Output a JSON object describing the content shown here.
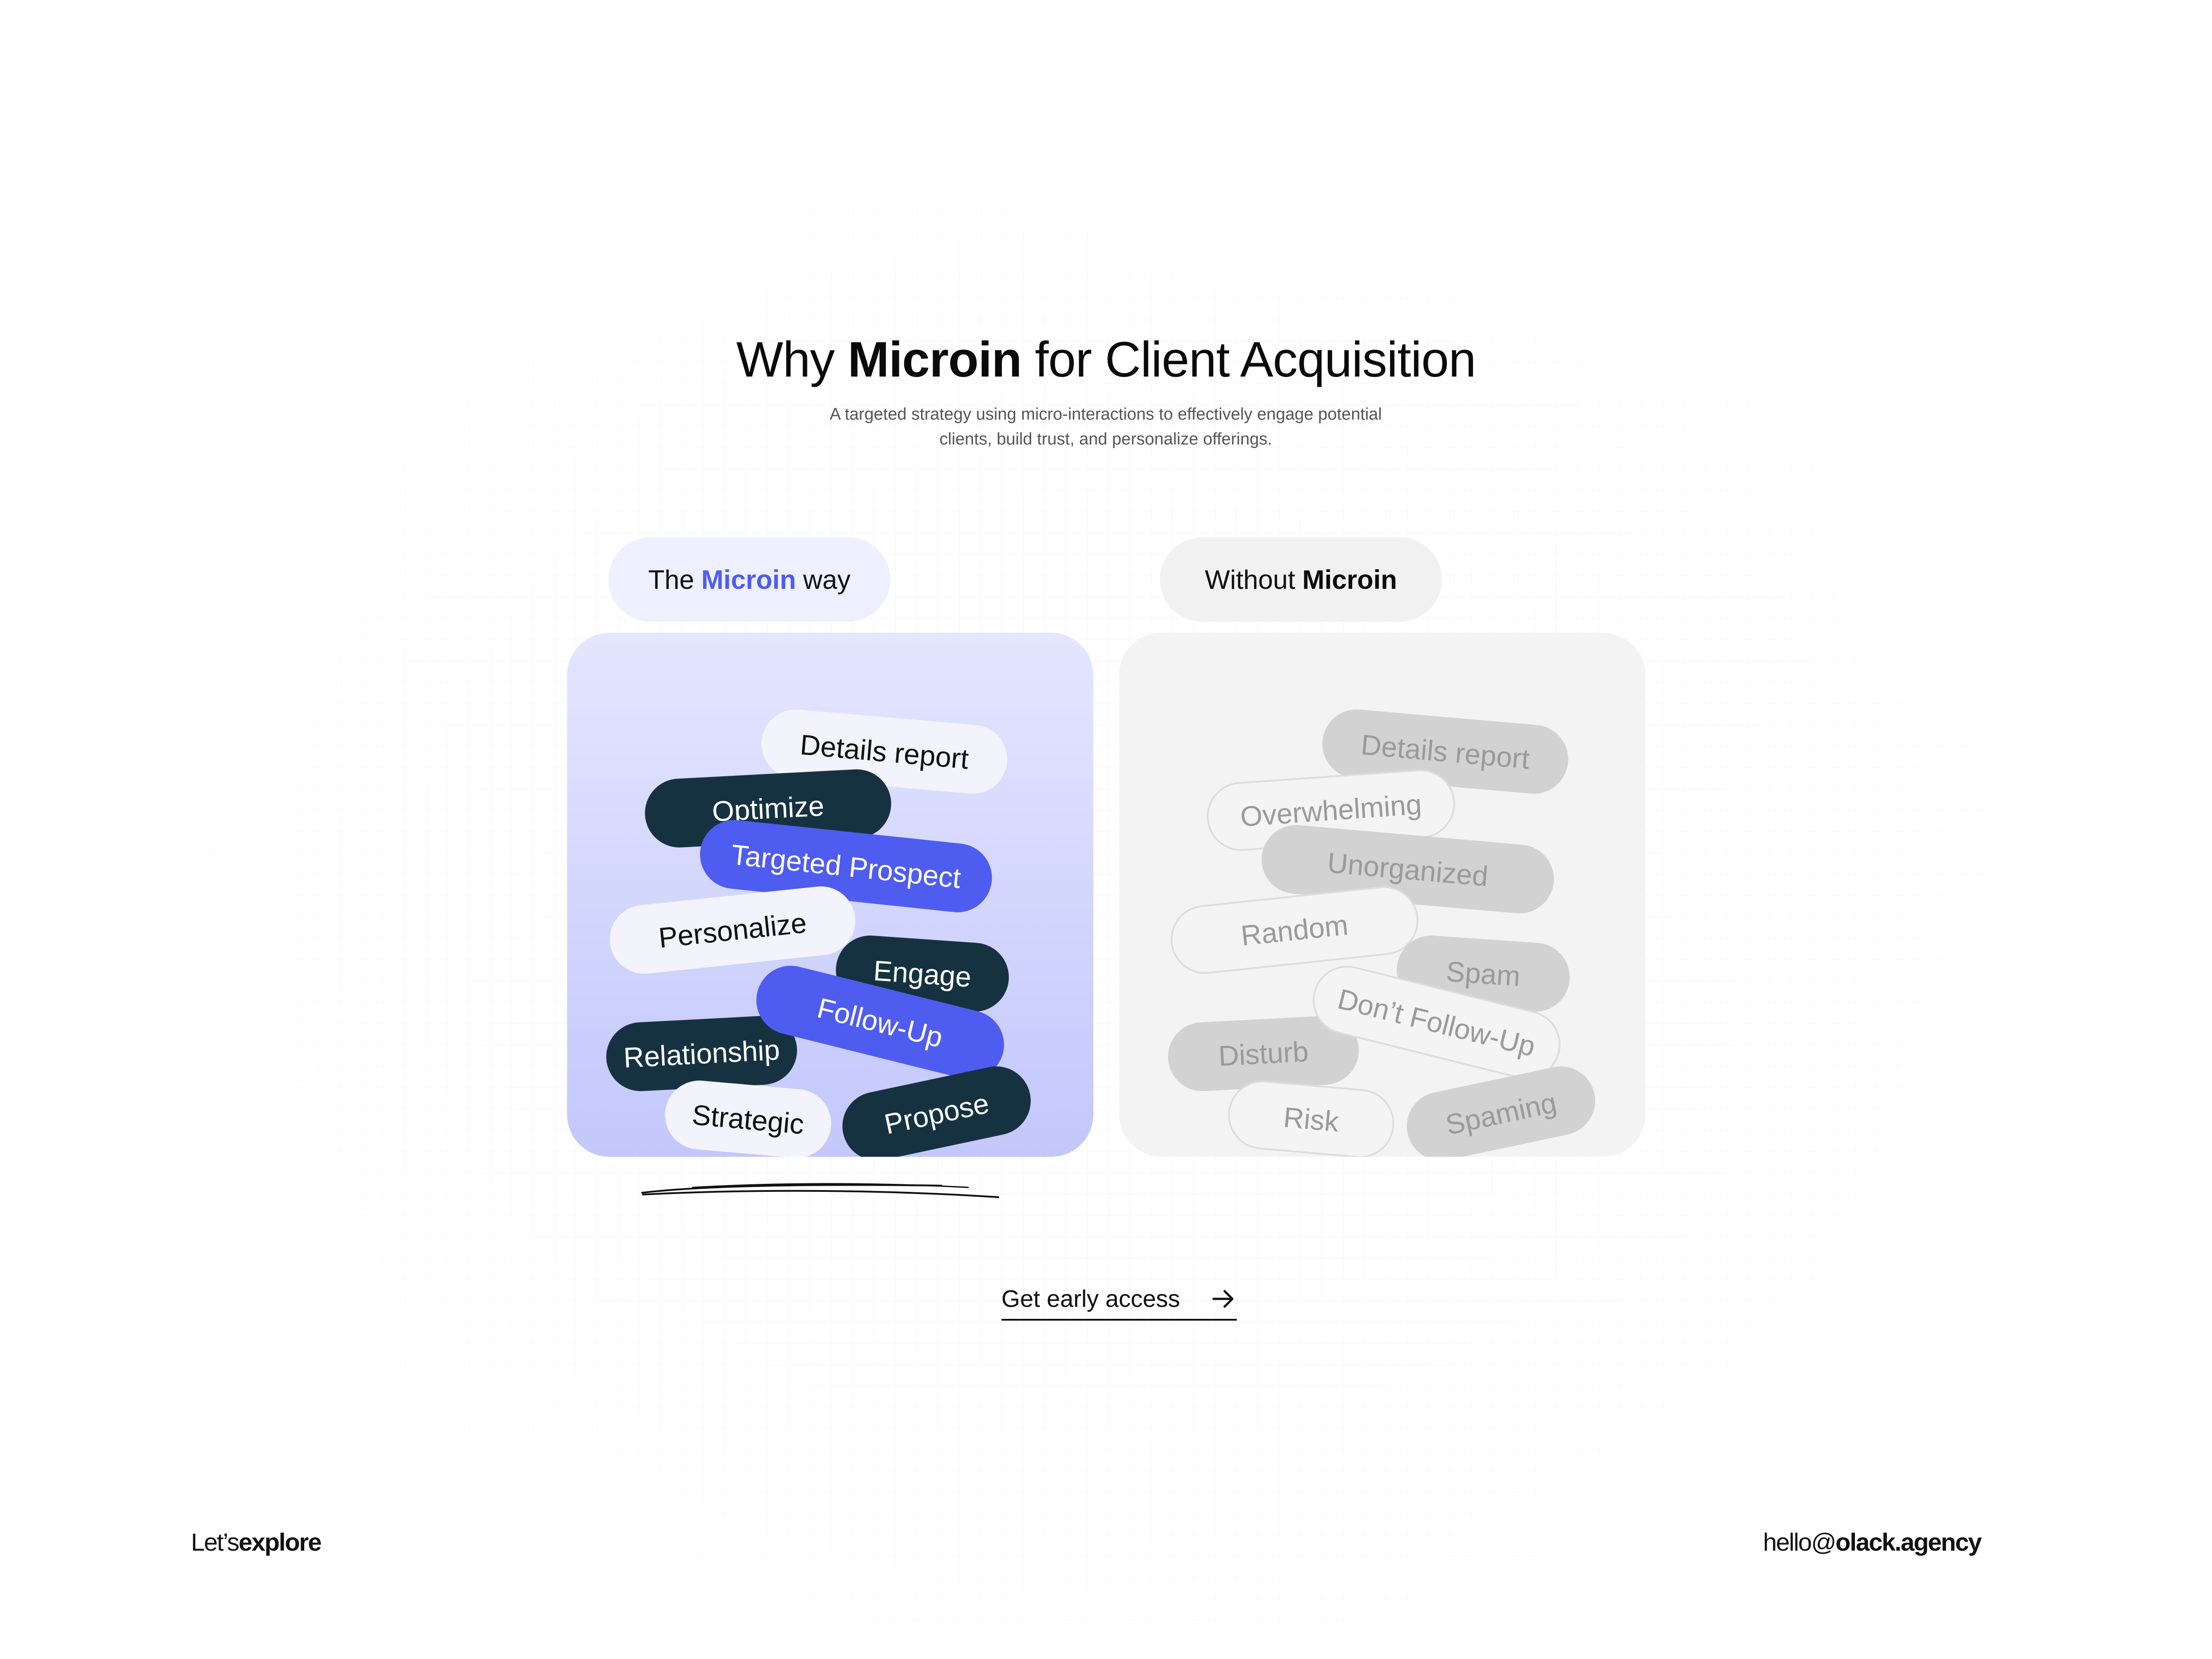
{
  "header": {
    "title_prefix": "Why",
    "title_brand": "Microin",
    "title_suffix": "for Client Acquisition",
    "subtitle_line1": "A targeted strategy using micro-interactions to effectively engage potential",
    "subtitle_line2": "clients, build trust, and personalize offerings."
  },
  "left_card": {
    "label_prefix": "The",
    "label_brand": "Microin",
    "label_suffix": "way",
    "chips": [
      "Details report",
      "Optimize",
      "Targeted Prospect",
      "Personalize",
      "Engage",
      "Follow-Up",
      "Relationship",
      "Strategic",
      "Propose"
    ]
  },
  "right_card": {
    "label_prefix": "Without",
    "label_brand": "Microin",
    "chips": [
      "Details report",
      "Overwhelming",
      "Unorganized",
      "Random",
      "Spam",
      "Don’t Follow-Up",
      "Disturb",
      "Risk",
      "Spaming"
    ]
  },
  "cta": {
    "label": "Get early access",
    "icon": "arrow-right-icon"
  },
  "footer": {
    "left_prefix": "Let’s",
    "left_bold": "explore",
    "right_prefix": "hello@",
    "right_bold": "olack.agency"
  },
  "colors": {
    "accent": "#4f5cf0",
    "dark_chip": "#163240",
    "panel_left_top": "#e4e6ff",
    "panel_left_bottom": "#c3c7fb",
    "panel_right": "#f3f3f3"
  }
}
